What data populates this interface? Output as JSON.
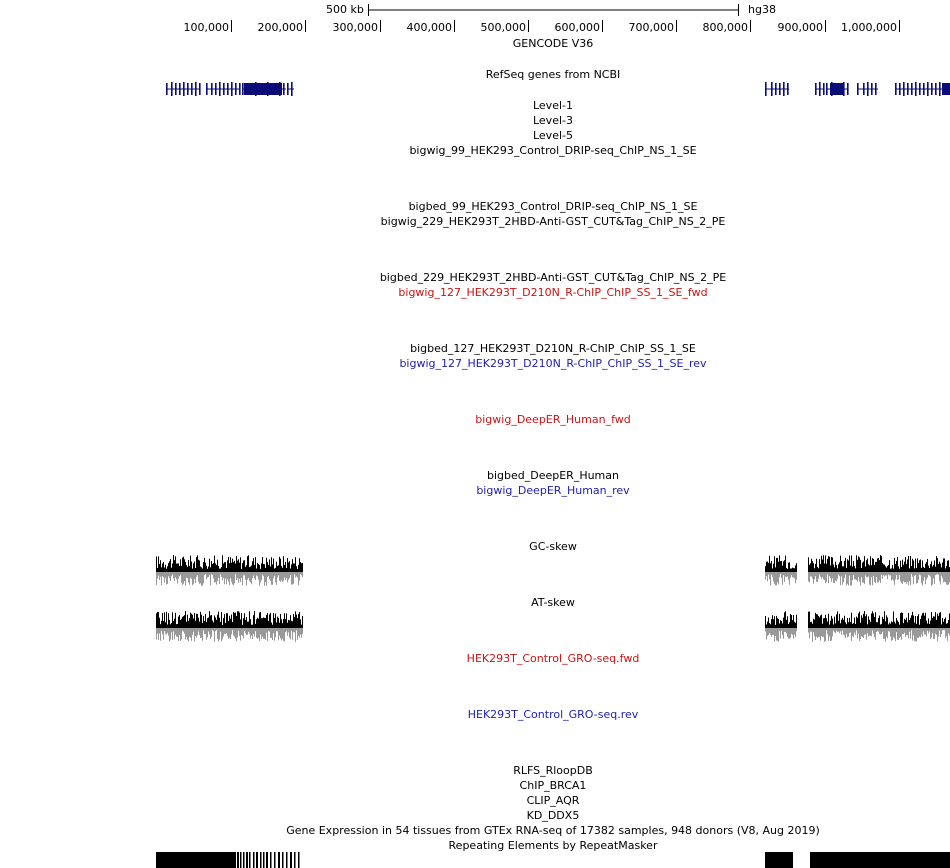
{
  "ruler": {
    "scale_label": "500 kb",
    "assembly": "hg38",
    "ticks": [
      "100,000",
      "200,000",
      "300,000",
      "400,000",
      "500,000",
      "600,000",
      "700,000",
      "800,000",
      "900,000",
      "1,000,000"
    ]
  },
  "tracks": [
    {
      "label": "GENCODE V36",
      "color": "black"
    },
    {
      "label": "RefSeq genes from NCBI",
      "color": "black"
    },
    {
      "label": "Level-1",
      "color": "black"
    },
    {
      "label": "Level-3",
      "color": "black"
    },
    {
      "label": "Level-5",
      "color": "black"
    },
    {
      "label": "bigwig_99_HEK293_Control_DRIP-seq_ChIP_NS_1_SE",
      "color": "black"
    },
    {
      "label": "bigbed_99_HEK293_Control_DRIP-seq_ChIP_NS_1_SE",
      "color": "black"
    },
    {
      "label": "bigwig_229_HEK293T_2HBD-Anti-GST_CUT&Tag_ChIP_NS_2_PE",
      "color": "black"
    },
    {
      "label": "bigbed_229_HEK293T_2HBD-Anti-GST_CUT&Tag_ChIP_NS_2_PE",
      "color": "black"
    },
    {
      "label": "bigwig_127_HEK293T_D210N_R-ChIP_ChIP_SS_1_SE_fwd",
      "color": "red"
    },
    {
      "label": "bigbed_127_HEK293T_D210N_R-ChIP_ChIP_SS_1_SE",
      "color": "black"
    },
    {
      "label": "bigwig_127_HEK293T_D210N_R-ChIP_ChIP_SS_1_SE_rev",
      "color": "blue"
    },
    {
      "label": "bigwig_DeepER_Human_fwd",
      "color": "red"
    },
    {
      "label": "bigbed_DeepER_Human",
      "color": "black"
    },
    {
      "label": "bigwig_DeepER_Human_rev",
      "color": "blue"
    },
    {
      "label": "GC-skew",
      "color": "black"
    },
    {
      "label": "AT-skew",
      "color": "black"
    },
    {
      "label": "HEK293T_Control_GRO-seq.fwd",
      "color": "red"
    },
    {
      "label": "HEK293T_Control_GRO-seq.rev",
      "color": "blue"
    },
    {
      "label": "RLFS_RloopDB",
      "color": "black"
    },
    {
      "label": "ChIP_BRCA1",
      "color": "black"
    },
    {
      "label": "CLIP_AQR",
      "color": "black"
    },
    {
      "label": "KD_DDX5",
      "color": "black"
    },
    {
      "label": "Gene Expression in 54 tissues from GTEx RNA-seq of 17382 samples, 948 donors (V8, Aug 2019)",
      "color": "black"
    },
    {
      "label": "Repeating Elements by RepeatMasker",
      "color": "black"
    }
  ],
  "colors": {
    "gene": "#0c0c78",
    "fwd_label": "#c81414",
    "rev_label": "#1e1eaa",
    "skew_dark": "#000000",
    "skew_light": "#999999",
    "repeat": "#000000"
  }
}
